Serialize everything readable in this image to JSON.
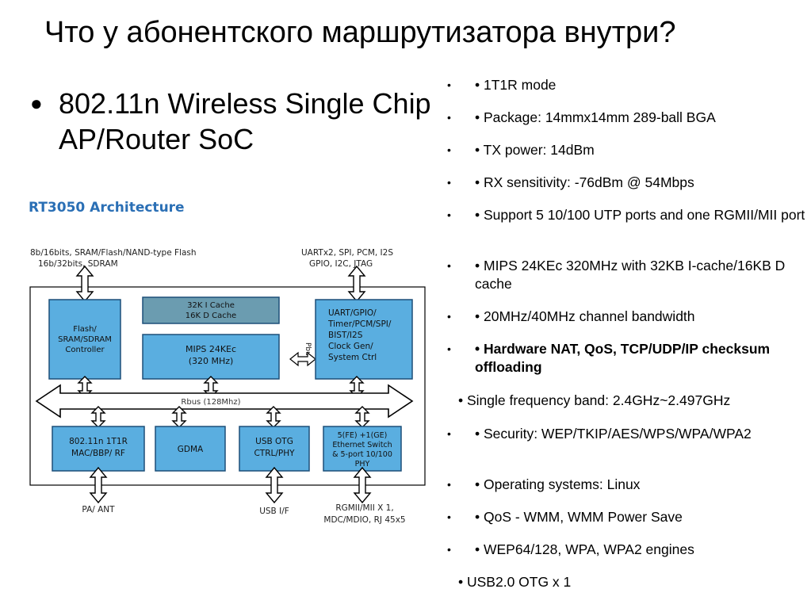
{
  "slide": {
    "title": "Что у абонентского маршрутизатора внутри?",
    "main_bullet": "802.11n Wireless Single Chip AP/Router SoC"
  },
  "diagram": {
    "heading": "RT3050 Architecture",
    "top_left_1": "8b/16bits, SRAM/Flash/NAND-type Flash",
    "top_left_2": "16b/32bits, SDRAM",
    "top_right_1": "UARTx2, SPI, PCM, I2S",
    "top_right_2": "GPIO, I2C, JTAG",
    "flash_1": "Flash/",
    "flash_2": "SRAM/SDRAM",
    "flash_3": "Controller",
    "cache_1": "32K I Cache",
    "cache_2": "16K D Cache",
    "cpu_1": "MIPS 24KEc",
    "cpu_2": "(320 MHz)",
    "pbus": "Pbus",
    "uart_1": "UART/GPIO/",
    "uart_2": "Timer/PCM/SPI/",
    "uart_3": "BIST/I2S",
    "uart_4": "Clock Gen/",
    "uart_5": "System Ctrl",
    "rbus": "Rbus (128Mhz)",
    "wifi_1": "802.11n 1T1R",
    "wifi_2": "MAC/BBP/ RF",
    "gdma": "GDMA",
    "usb_1": "USB OTG",
    "usb_2": "CTRL/PHY",
    "eth_1": "5(FE) +1(GE)",
    "eth_2": "Ethernet Switch",
    "eth_3": "& 5-port 10/100",
    "eth_4": "PHY",
    "bottom_pa": "PA/ ANT",
    "bottom_usb": "USB I/F",
    "bottom_rgmii_1": "RGMII/MII  X 1,",
    "bottom_rgmii_2": "MDC/MDIO, RJ 45x5",
    "colors": {
      "block_fill": "#5aaee0",
      "cache_fill": "#6b9cb0",
      "heading": "#2a6fb5"
    }
  },
  "features": [
    {
      "bullet": "•",
      "text": "• 1T1R mode"
    },
    {
      "bullet": "•",
      "text": "• Package: 14mmx14mm 289-ball BGA"
    },
    {
      "bullet": "•",
      "text": "• TX power: 14dBm"
    },
    {
      "bullet": "•",
      "text": "• RX sensitivity: -76dBm @ 54Mbps"
    },
    {
      "bullet": "•",
      "text": "• Support 5 10/100 UTP ports and one RGMII/MII port"
    },
    {
      "bullet": "•",
      "text": "• MIPS 24KEc 320MHz with 32KB I-cache/16KB D cache"
    },
    {
      "bullet": "•",
      "text": "• 20MHz/40MHz channel bandwidth"
    },
    {
      "bullet": "•",
      "text": "• Hardware NAT, QoS, TCP/UDP/IP checksum offloading"
    },
    {
      "bullet": "",
      "text": "• Single frequency band: 2.4GHz~2.497GHz"
    },
    {
      "bullet": "•",
      "text": "• Security: WEP/TKIP/AES/WPS/WPA/WPA2"
    },
    {
      "bullet": "•",
      "text": "• Operating systems: Linux"
    },
    {
      "bullet": "•",
      "text": "• QoS - WMM, WMM Power Save"
    },
    {
      "bullet": "•",
      "text": "• WEP64/128, WPA, WPA2 engines"
    },
    {
      "bullet": "",
      "text": "• USB2.0 OTG x 1"
    }
  ]
}
